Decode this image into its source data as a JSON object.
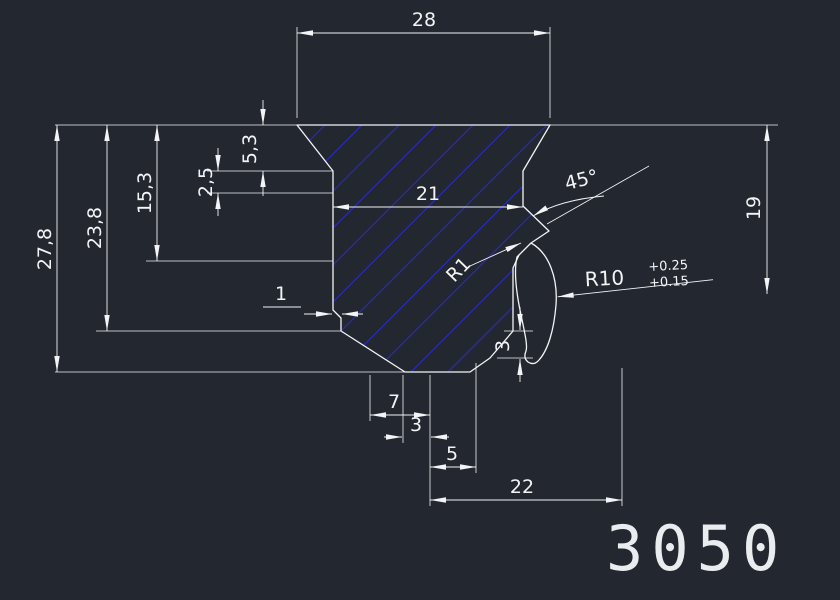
{
  "part_number": "3050",
  "colors": {
    "background": "#232830",
    "line": "#f2f4f6",
    "hatch": "#2b2bc4"
  },
  "dimensions": {
    "top_width": "28",
    "inner_width": "21",
    "depth_5_3": "5,3",
    "depth_2_5": "2,5",
    "depth_15_3": "15,3",
    "depth_23_8": "23,8",
    "depth_27_8": "27,8",
    "offset_1": "1",
    "chamfer_angle": "45°",
    "right_height": "19",
    "fillet_small": "R1",
    "fillet_large": "R10",
    "fillet_large_tol_upper": "+0.25",
    "fillet_large_tol_lower": "+0.15",
    "step_3_right": "3",
    "bottom_7": "7",
    "bottom_3": "3",
    "bottom_5": "5",
    "bottom_22": "22"
  }
}
